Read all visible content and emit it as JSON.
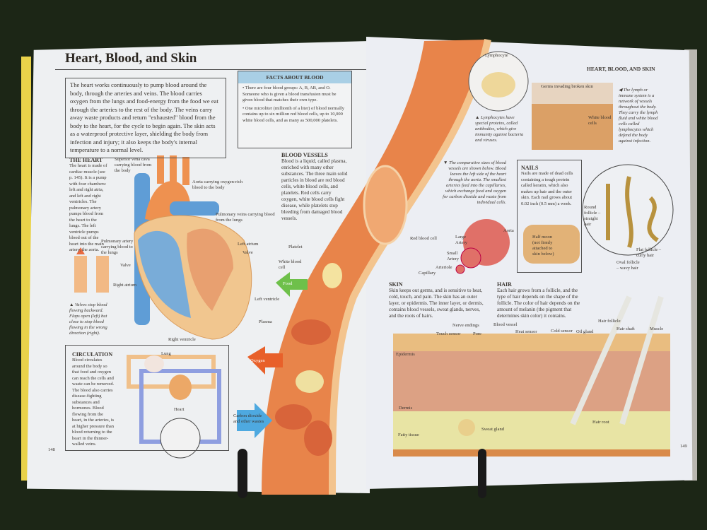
{
  "left_page": {
    "title": "Heart, Blood, and Skin",
    "intro": "The heart works continuously to pump blood around the body, through the arteries and veins. The blood carries oxygen from the lungs and food-energy from the food we eat through the arteries to the rest of the body. The veins carry away waste products and return \"exhausted\" blood from the body to the heart, for the cycle to begin again. The skin acts as a waterproof protective layer, shielding the body from infection and injury; it also keeps the body's internal temperature to a normal level.",
    "facts": {
      "title": "FACTS ABOUT BLOOD",
      "items": [
        "There are four blood groups: A, B, AB, and O. Someone who is given a blood transfusion must be given blood that matches their own type.",
        "One microliter (millionth of a liter) of blood normally contains up to six million red blood cells, up to 10,000 white blood cells, and as many as 500,000 platelets."
      ]
    },
    "heart": {
      "title": "THE HEART",
      "body": "The heart is made of cardiac muscle (see p. 145). It is a pump with four chambers: left and right atria, and left and right ventricles. The pulmonary artery pumps blood from the heart to the lungs. The left ventricle pumps blood out of the heart into the main artery, the aorta.",
      "labels": {
        "svc": "Superior vena cava carrying blood from the body",
        "aorta": "Aorta carrying oxygen-rich blood to the body",
        "pulm_veins": "Pulmonary veins carrying blood from the lungs",
        "pulm_artery": "Pulmonary artery carrying blood to the lungs",
        "left_atrium": "Left atrium",
        "valve": "Valve",
        "valve2": "Valve",
        "right_atrium": "Right atrium",
        "left_ventricle": "Left ventricle",
        "right_ventricle": "Right ventricle"
      },
      "valves_caption": "▲ Valves stop blood flowing backward. Flaps open (left) but close to stop blood flowing in the wrong direction (right)."
    },
    "vessels": {
      "title": "BLOOD VESSELS",
      "body": "Blood is a liquid, called plasma, enriched with many other substances. The three main solid particles in blood are red blood cells, white blood cells, and platelets. Red cells carry oxygen, white blood cells fight disease, while platelets stop bleeding from damaged blood vessels.",
      "labels": {
        "platelet": "Platelet",
        "white_cell": "White blood cell",
        "plasma": "Plasma",
        "food": "Food",
        "oxygen": "Oxygen",
        "co2": "Carbon dioxide and other wastes",
        "red_cell": "Red blood cell"
      }
    },
    "circulation": {
      "title": "CIRCULATION",
      "body": "Blood circulates around the body so that food and oxygen can reach the cells and waste can be removed. The blood also carries disease-fighting substances and hormones. Blood flowing from the heart, in the arteries, is at higher pressure than blood returning to the heart in the thinner-walled veins.",
      "lung": "Lung",
      "heart": "Heart"
    },
    "page_number": "148"
  },
  "right_page": {
    "header": "HEART, BLOOD, AND SKIN",
    "lymph": {
      "lymphocyte": "Lymphocyte",
      "caption": "▲ Lymphocytes have special proteins, called antibodies, which give immunity against bacteria and viruses.",
      "germs": "Germs invading broken skin",
      "white_cells": "White blood cells",
      "side_caption": "◀ The lymph or immune system is a network of vessels throughout the body. They carry the lymph fluid and white blood cells called lymphocytes which defend the body against infection."
    },
    "sizes": {
      "caption": "▼ The comparative sizes of blood vessels are shown below. Blood leaves the left side of the heart through the aorta. The smallest arteries feed into the capillaries, which exchange food and oxygen for carbon dioxide and waste from individual cells.",
      "aorta": "Aorta",
      "large": "Large Artery",
      "small": "Small Artery",
      "arteriole": "Arteriole",
      "capillary": "Capillary"
    },
    "nails": {
      "title": "NAILS",
      "body": "Nails are made of dead cells containing a tough protein called keratin, which also makes up hair and the outer skin. Each nail grows about 0.02 inch (0.5 mm) a week.",
      "half_moon": "Half moon (not firmly attached to skin below)"
    },
    "hair_types": {
      "round": "Round follicle – straight hair",
      "oval": "Oval follicle – wavy hair",
      "flat": "Flat follicle – curly hair"
    },
    "skin": {
      "title": "SKIN",
      "body": "Skin keeps out germs, and is sensitive to heat, cold, touch, and pain. The skin has an outer layer, or epidermis. The inner layer, or dermis, contains blood vessels, sweat glands, nerves, and the roots of hairs."
    },
    "hair": {
      "title": "HAIR",
      "body": "Each hair grows from a follicle, and the type of hair depends on the shape of the follicle. The color of hair depends on the amount of melanin (the pigment that determines skin color) it contains."
    },
    "skin_labels": {
      "touch": "Touch sensor",
      "nerve": "Nerve endings",
      "pore": "Pore",
      "blood": "Blood vessel",
      "heat": "Heat sensor",
      "cold": "Cold sensor",
      "oil": "Oil gland",
      "follicle": "Hair follicle",
      "shaft": "Hair shaft",
      "muscle": "Muscle",
      "epidermis": "Epidermis",
      "dermis": "Dermis",
      "fatty": "Fatty tissue",
      "sweat": "Sweat gland",
      "root": "Hair root"
    },
    "page_number": "149"
  }
}
